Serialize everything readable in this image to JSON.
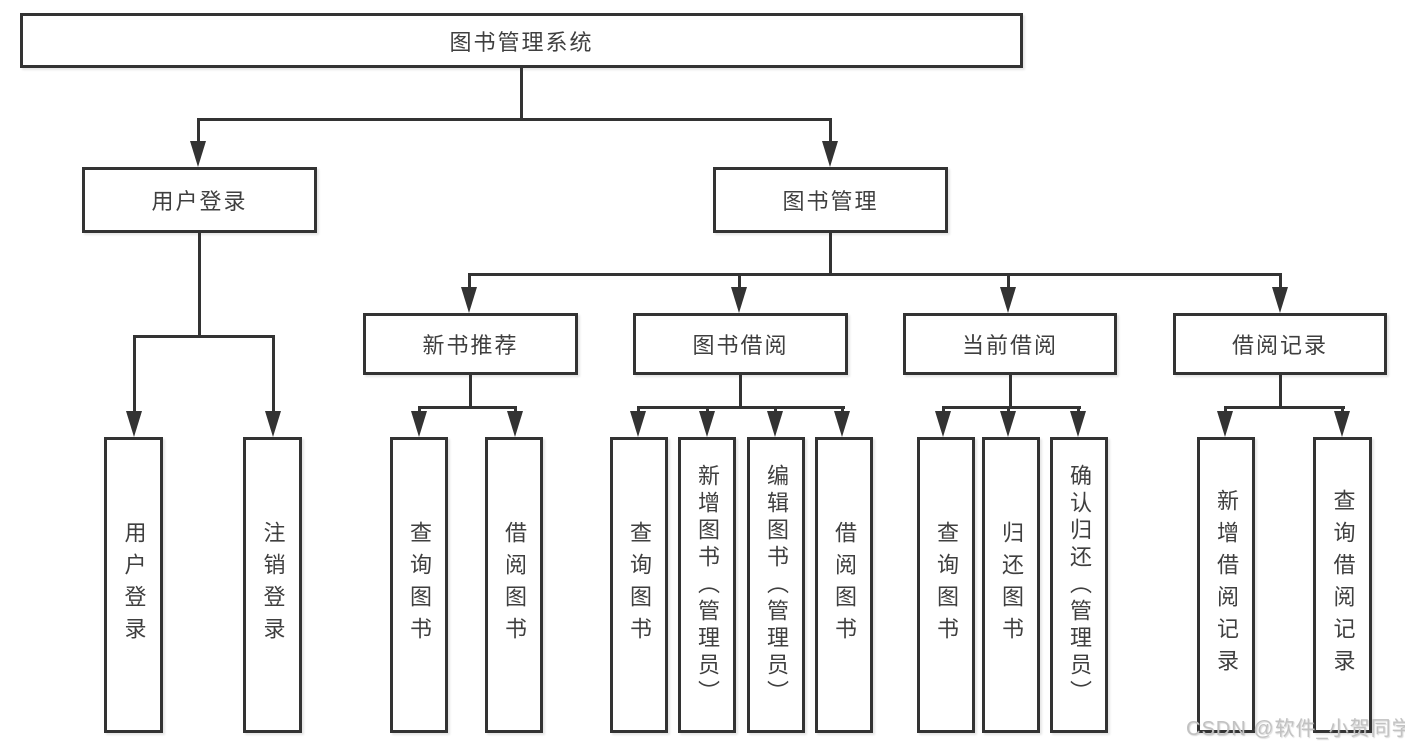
{
  "diagram": {
    "root": {
      "label": "图书管理系统"
    },
    "branches": [
      {
        "label": "用户登录",
        "children": [
          {
            "label": "用户登录"
          },
          {
            "label": "注销登录"
          }
        ]
      },
      {
        "label": "图书管理",
        "children": [
          {
            "label": "新书推荐",
            "children": [
              {
                "label": "查询图书"
              },
              {
                "label": "借阅图书"
              }
            ]
          },
          {
            "label": "图书借阅",
            "children": [
              {
                "label": "查询图书"
              },
              {
                "label": "新增图书（管理员）"
              },
              {
                "label": "编辑图书（管理员）"
              },
              {
                "label": "借阅图书"
              }
            ]
          },
          {
            "label": "当前借阅",
            "children": [
              {
                "label": "查询图书"
              },
              {
                "label": "归还图书"
              },
              {
                "label": "确认归还（管理员）"
              }
            ]
          },
          {
            "label": "借阅记录",
            "children": [
              {
                "label": "新增借阅记录"
              },
              {
                "label": "查询借阅记录"
              }
            ]
          }
        ]
      }
    ]
  },
  "watermark": {
    "text": "CSDN @软件_小贺同学"
  },
  "colors": {
    "line": "#333333",
    "text": "#3f3f3f",
    "box_background": "#ffffff",
    "watermark": "#c2c2c2"
  }
}
